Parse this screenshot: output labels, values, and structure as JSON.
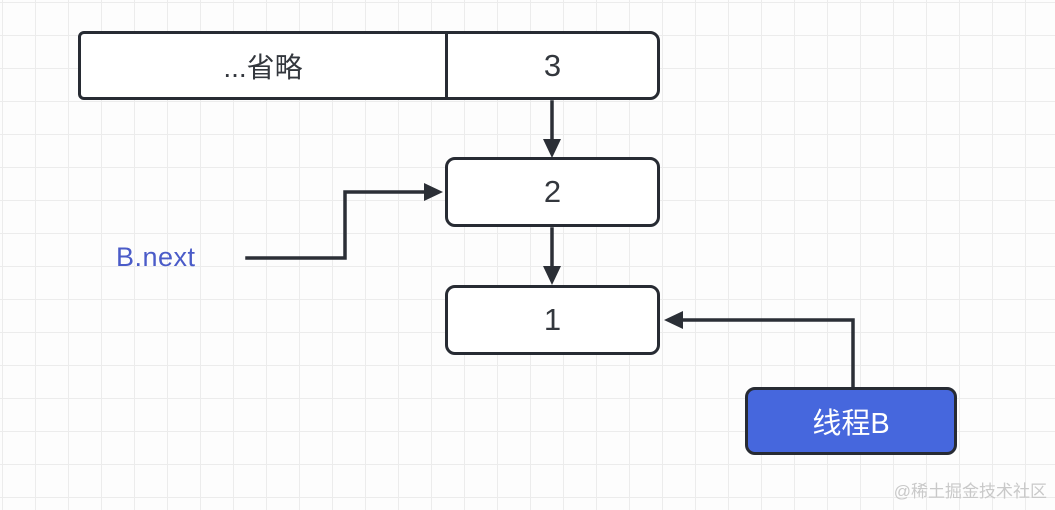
{
  "diagram": {
    "top_row": {
      "left_cell": "...省略",
      "right_cell": "3"
    },
    "node_2": "2",
    "node_1": "1",
    "pointer_label": "B.next",
    "thread_box": "线程B"
  },
  "watermark": "@稀土掘金技术社区",
  "theme": {
    "line_color": "#2b2f36",
    "box_border": "#272b33",
    "box_fill": "#ffffff",
    "thread_fill": "#4667dd",
    "thread_text": "#ffffff",
    "pointer_label_color": "#4a5bc8",
    "grid_line": "#ececec",
    "background": "#fdfdfd",
    "watermark_color": "#c9c9c9",
    "node_text": "#33373d"
  }
}
